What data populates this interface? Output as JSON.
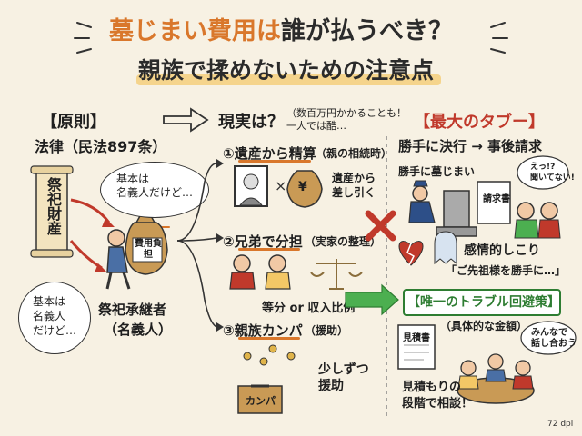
{
  "title": {
    "line1_part1": "墓じまい費用は",
    "line1_part2": "誰が払うべき？",
    "line2": "親族で揉めないための注意点"
  },
  "principle": {
    "header": "【原則】",
    "law": "法律（民法897条）",
    "scroll_text": "祭祀財産",
    "bubble_top": "基本は\n名義人だけど…",
    "bubble_left": "基本は\n名義人\nだけど…",
    "successor_line1": "祭祀承継者",
    "successor_line2": "（名義人）",
    "bag_label": "費用負担"
  },
  "reality": {
    "header": "現実は？",
    "note": "（数百万円かかることも！\n一人では酷…",
    "item1_title": "①遺産から精算",
    "item1_sub": "（親の相続時）",
    "item1_bag": "¥",
    "item1_result": "遺産から\n差し引く",
    "item2_title": "②兄弟で分担",
    "item2_sub": "（実家の整理）",
    "item2_rule": "等分 or 収入比例",
    "item3_title": "③親族カンパ",
    "item3_sub": "（援助）",
    "item3_box": "カンパ",
    "item3_result": "少しずつ\n援助"
  },
  "taboo": {
    "header": "【最大のタブー】",
    "rule_part1": "勝手に決行",
    "rule_part2": "事後請求",
    "scene_text": "勝手に墓じまい",
    "doc_label": "請求書",
    "shout": "えっ!?\n聞いてない!",
    "emotion": "感情的しこり",
    "quote": "「ご先祖様を勝手に…」"
  },
  "solution": {
    "header": "【唯一のトラブル回避策】",
    "estimate_doc": "見積書",
    "estimate_sub": "（具体的な金額）",
    "speech": "みんなで\n話し合おう",
    "advice_line1": "見積もりの",
    "advice_line2": "段階で相談！"
  },
  "footer": {
    "dpi": "72 dpi"
  },
  "colors": {
    "background": "#f7f1e3",
    "accent_orange": "#d9772b",
    "accent_green": "#2e7d32",
    "taboo_red": "#c0392b",
    "highlight_yellow": "#f3c766"
  }
}
